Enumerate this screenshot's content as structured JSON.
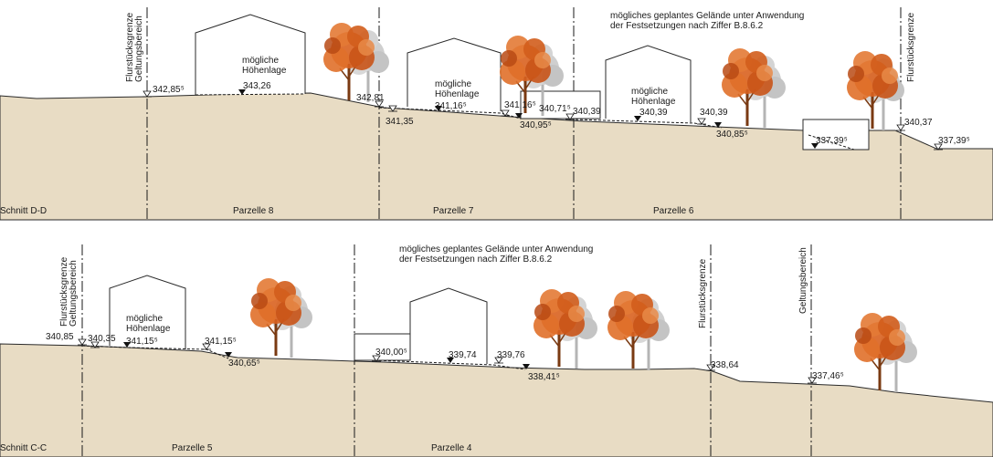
{
  "colors": {
    "ground": "#e8dcc4",
    "line": "#2a2a2a",
    "tree_orange": "#d9621f",
    "tree_grey": "#c8c8c8",
    "trunk": "#7a3a12"
  },
  "section_dd": {
    "title": "Schnitt D-D",
    "note_line1": "mögliches geplantes Gelände unter Anwendung",
    "note_line2": "der Festsetzungen nach Ziffer B.8.6.2",
    "boundary_left_1": "Flurstücksgrenze",
    "boundary_left_2": "Geltungsbereich",
    "boundary_right": "Flurstücksgrenze",
    "house_label_8_1": "mögliche",
    "house_label_8_2": "Höhenlage",
    "house_label_7_1": "mögliche",
    "house_label_7_2": "Höhenlage",
    "house_label_6_1": "mögliche",
    "house_label_6_2": "Höhenlage",
    "parcels": [
      "Parzelle 8",
      "Parzelle 7",
      "Parzelle 6"
    ],
    "elevations": {
      "e1": "342,85⁵",
      "e2": "343,26",
      "e3": "342,81",
      "e4": "341,35",
      "e5": "341,16⁵",
      "e6": "341,16⁵",
      "e7": "340,71⁵",
      "e8": "340,95⁵",
      "e9": "340,39",
      "e10": "340,39",
      "e11": "340,39",
      "e12": "340,85⁵",
      "e13": "337,39⁵",
      "e14": "340,37",
      "e15": "337,39⁵"
    }
  },
  "section_cc": {
    "title": "Schnitt C-C",
    "note_line1": "mögliches geplantes Gelände unter Anwendung",
    "note_line2": "der Festsetzungen nach Ziffer B.8.6.2",
    "boundary_left_1": "Flurstücksgrenze",
    "boundary_left_2": "Geltungsbereich",
    "boundary_mid": "Flurstücksgrenze",
    "boundary_right": "Geltungsbereich",
    "house_label_1": "mögliche",
    "house_label_2": "Höhenlage",
    "parcels": [
      "Parzelle 5",
      "Parzelle 4"
    ],
    "elevations": {
      "e1": "340,85",
      "e2": "340,35",
      "e3": "341,15⁵",
      "e4": "341,15⁵",
      "e5": "340,65⁵",
      "e6": "340,00⁵",
      "e7": "339,74",
      "e8": "339,76",
      "e9": "338,41⁵",
      "e10": "338,64",
      "e11": "337,46⁵"
    }
  }
}
